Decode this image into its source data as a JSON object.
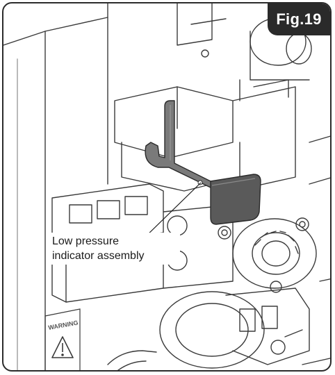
{
  "figure": {
    "tag": "Fig.19",
    "callout_line1": "Low pressure",
    "callout_line2": "indicator assembly",
    "warning_text": "WARNING"
  },
  "colors": {
    "line_art": "#3a3a3a",
    "highlight_part": "#7a7a7a",
    "highlight_paddle": "#5a5a5a",
    "tag_background": "#2a2a2a"
  },
  "icons": [
    "warning-triangle-icon"
  ]
}
